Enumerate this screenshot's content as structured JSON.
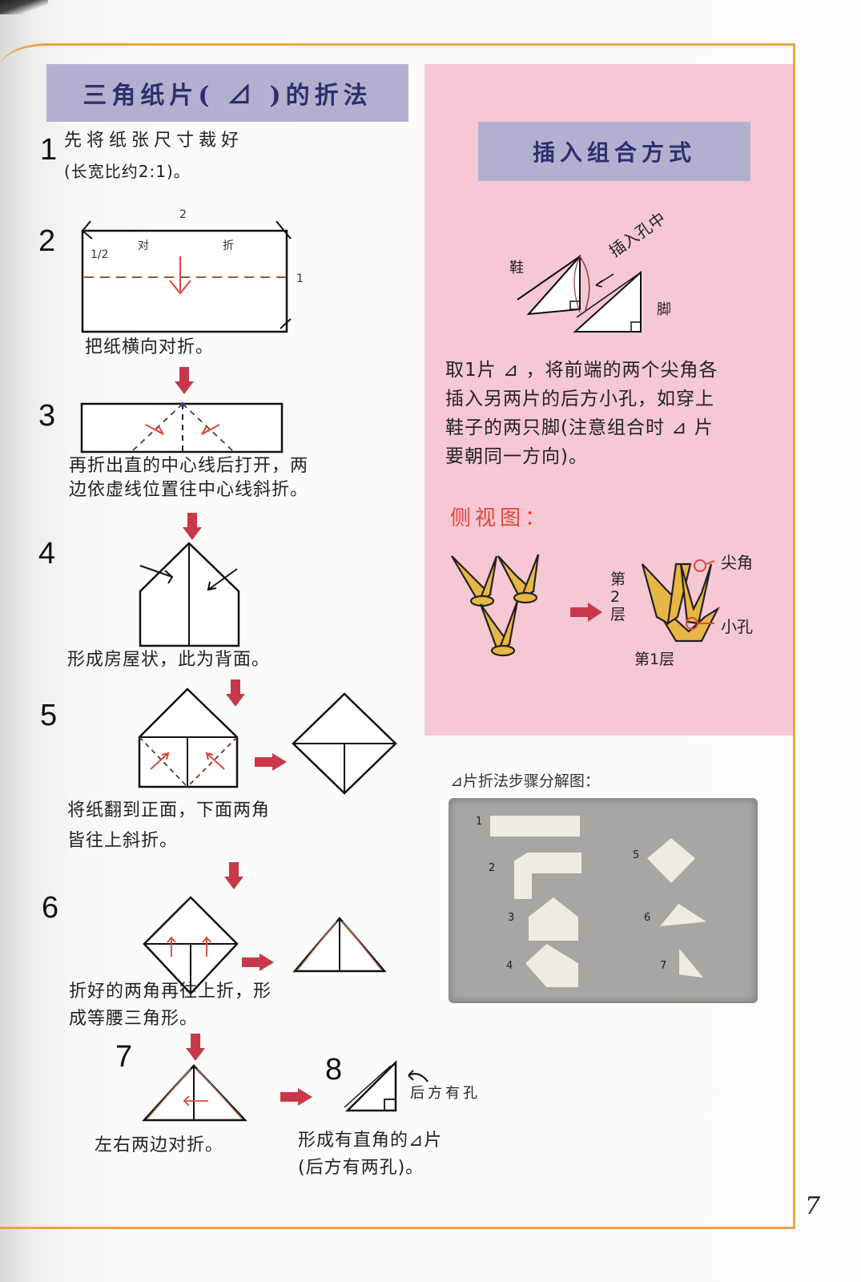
{
  "page": {
    "number": "7",
    "accent_color": "#eaa449"
  },
  "left_section": {
    "title": "三角纸片( ⊿ )的折法",
    "steps": [
      {
        "num": "1",
        "lines": [
          "先将纸张尺寸裁好",
          "(长宽比约2:1)。"
        ]
      },
      {
        "num": "2",
        "diagram_labels": {
          "width": "2",
          "height": "1",
          "half": "1/2",
          "fold_left": "对",
          "fold_right": "折"
        },
        "lines": [
          "把纸横向对折。"
        ]
      },
      {
        "num": "3",
        "lines": [
          "再折出直的中心线后打开，两",
          "边依虚线位置往中心线斜折。"
        ]
      },
      {
        "num": "4",
        "lines": [
          "形成房屋状，此为背面。"
        ]
      },
      {
        "num": "5",
        "lines": [
          "将纸翻到正面，下面两角",
          "皆往上斜折。"
        ]
      },
      {
        "num": "6",
        "lines": [
          "折好的两角再往上折，形",
          "成等腰三角形。"
        ]
      },
      {
        "num": "7",
        "lines": [
          "左右两边对折。"
        ]
      },
      {
        "num": "8",
        "annotation": "后方有孔",
        "lines": [
          "形成有直角的⊿片",
          "(后方有两孔)。"
        ]
      }
    ]
  },
  "right_section": {
    "title": "插入组合方式",
    "diagram_labels": {
      "shoe": "鞋",
      "foot": "脚",
      "insert": "插入孔中"
    },
    "description": [
      "取1片 ⊿ ，将前端的两个尖角各",
      "插入另两片的后方小孔，如穿上",
      "鞋子的两只脚(注意组合时 ⊿ 片",
      "要朝同一方向)。"
    ],
    "side_view_title": "侧视图：",
    "side_view_labels": {
      "layer2": "第2层",
      "layer1": "第1层",
      "tip": "尖角",
      "hole": "小孔"
    },
    "colors": {
      "panel_bg": "#f5c8d3",
      "title_bg": "#b1b1cf",
      "title_text": "#2d2f6e",
      "highlight": "#e0473a",
      "piece_fill": "#e8b645"
    }
  },
  "photo_section": {
    "caption": "⊿片折法步骤分解图：",
    "labels": [
      "1",
      "2",
      "3",
      "4",
      "5",
      "6",
      "7"
    ]
  }
}
